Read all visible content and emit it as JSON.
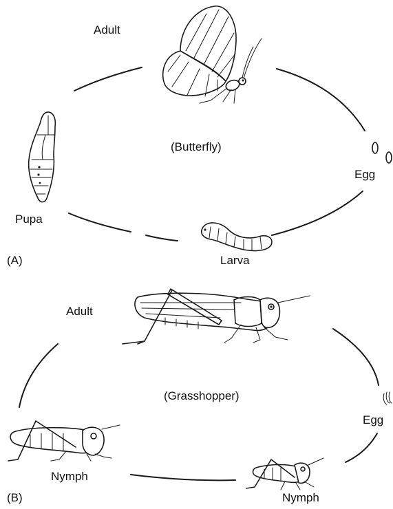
{
  "panel_a": {
    "tag": "(A)",
    "center_label": "(Butterfly)",
    "stages": {
      "adult": "Adult",
      "egg": "Egg",
      "larva": "Larva",
      "pupa": "Pupa"
    }
  },
  "panel_b": {
    "tag": "(B)",
    "center_label": "(Grasshopper)",
    "stages": {
      "adult": "Adult",
      "egg": "Egg",
      "nymph_left": "Nymph",
      "nymph_right": "Nymph"
    }
  }
}
